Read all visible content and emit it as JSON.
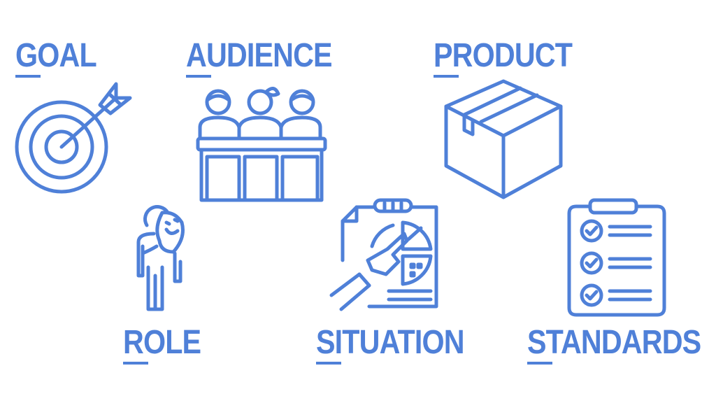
{
  "accent_color": "#4f80d8",
  "items": [
    {
      "label": "GOAL",
      "icon": "target-arrow-icon"
    },
    {
      "label": "AUDIENCE",
      "icon": "audience-panel-icon"
    },
    {
      "label": "PRODUCT",
      "icon": "box-icon"
    },
    {
      "label": "ROLE",
      "icon": "person-mask-icon"
    },
    {
      "label": "SITUATION",
      "icon": "report-chart-pointing-icon"
    },
    {
      "label": "STANDARDS",
      "icon": "checklist-clipboard-icon"
    }
  ]
}
